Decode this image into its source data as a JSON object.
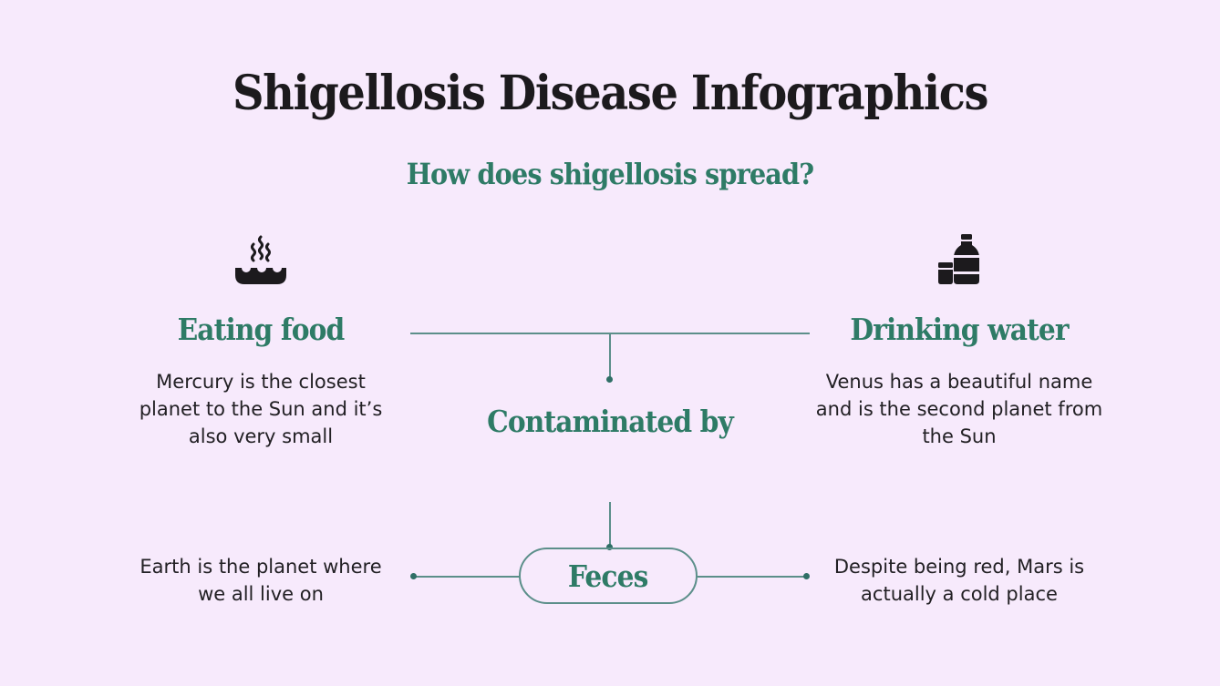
{
  "header": {
    "title": "Shigellosis Disease Infographics",
    "subtitle": "How does shigellosis spread?"
  },
  "left_top": {
    "icon": "hot-food-bowl-icon",
    "heading": "Eating food",
    "description": "Mercury is the closest planet to the Sun and it’s also very small"
  },
  "right_top": {
    "icon": "bottle-and-glass-icon",
    "heading": "Drinking water",
    "description": "Venus has a beautiful name and is the second planet from the Sun"
  },
  "center": {
    "heading": "Contaminated by",
    "pill_label": "Feces"
  },
  "left_bottom": {
    "description": "Earth is the planet where we all live on"
  },
  "right_bottom": {
    "description": "Despite being red, Mars is actually a cold place"
  },
  "colors": {
    "background": "#f7eafc",
    "accent": "#2e7b66",
    "line": "#5c8f8a",
    "text": "#222024",
    "title": "#1c1a1d"
  }
}
